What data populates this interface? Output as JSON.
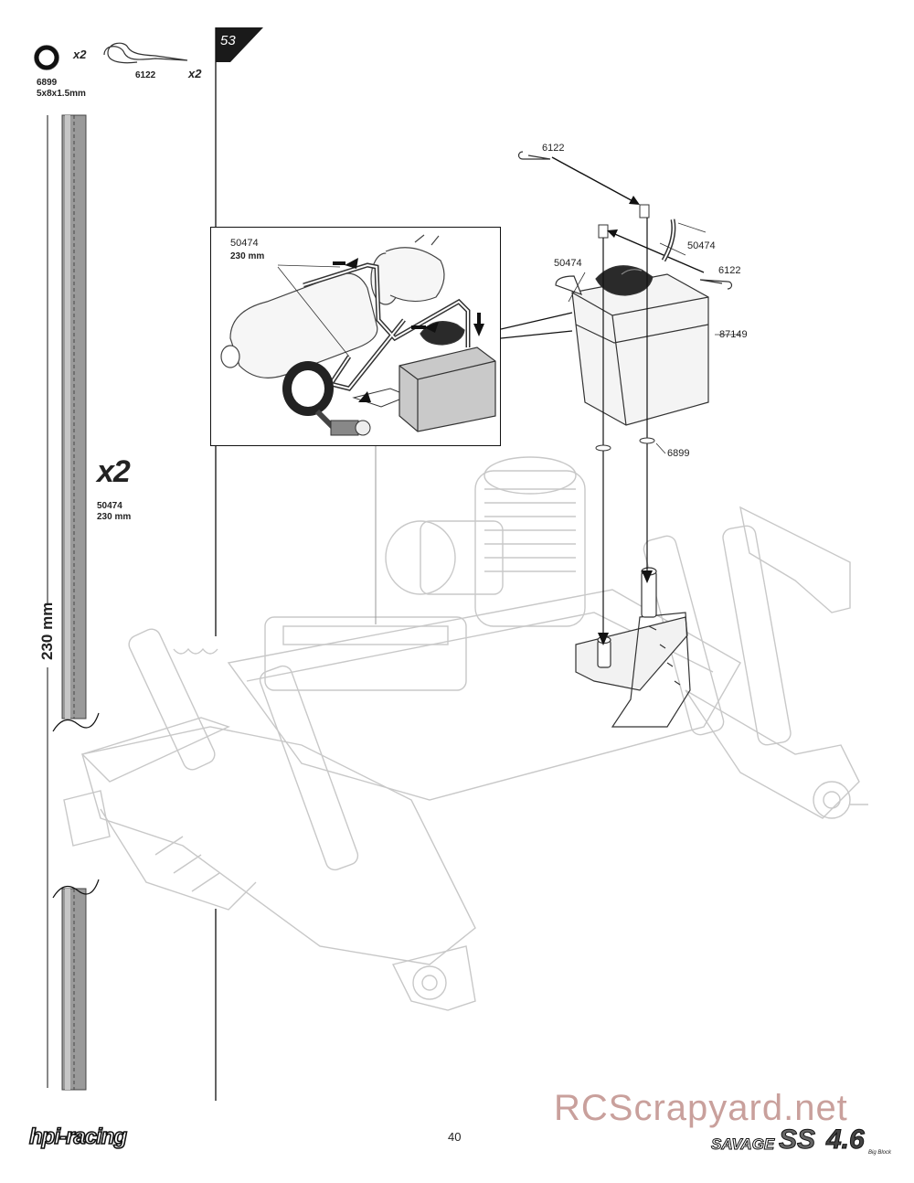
{
  "header": {
    "parts": [
      {
        "id": "6899",
        "desc": "5x8x1.5mm",
        "qty": "x2",
        "icon": "o-ring-washer-icon"
      },
      {
        "id": "6122",
        "qty": "x2",
        "icon": "body-clip-icon"
      }
    ],
    "step": "53"
  },
  "hose_guide": {
    "qty": "x2",
    "part_id": "50474",
    "part_length": "230 mm",
    "length_label": "230 mm"
  },
  "inset": {
    "part_id": "50474",
    "part_length": "230 mm"
  },
  "callouts": {
    "clip_top": "6122",
    "clip_right": "6122",
    "hose_right": "50474",
    "hose_left": "50474",
    "tank": "87149",
    "washer": "6899"
  },
  "footer": {
    "page_number": "40",
    "watermark": "RCScrapyard.net",
    "brand_left": "hpi-racing",
    "brand_right_a": "SAVAGE",
    "brand_right_b": "SS",
    "brand_right_c": "4.6",
    "brand_right_sub": "Big Block"
  }
}
